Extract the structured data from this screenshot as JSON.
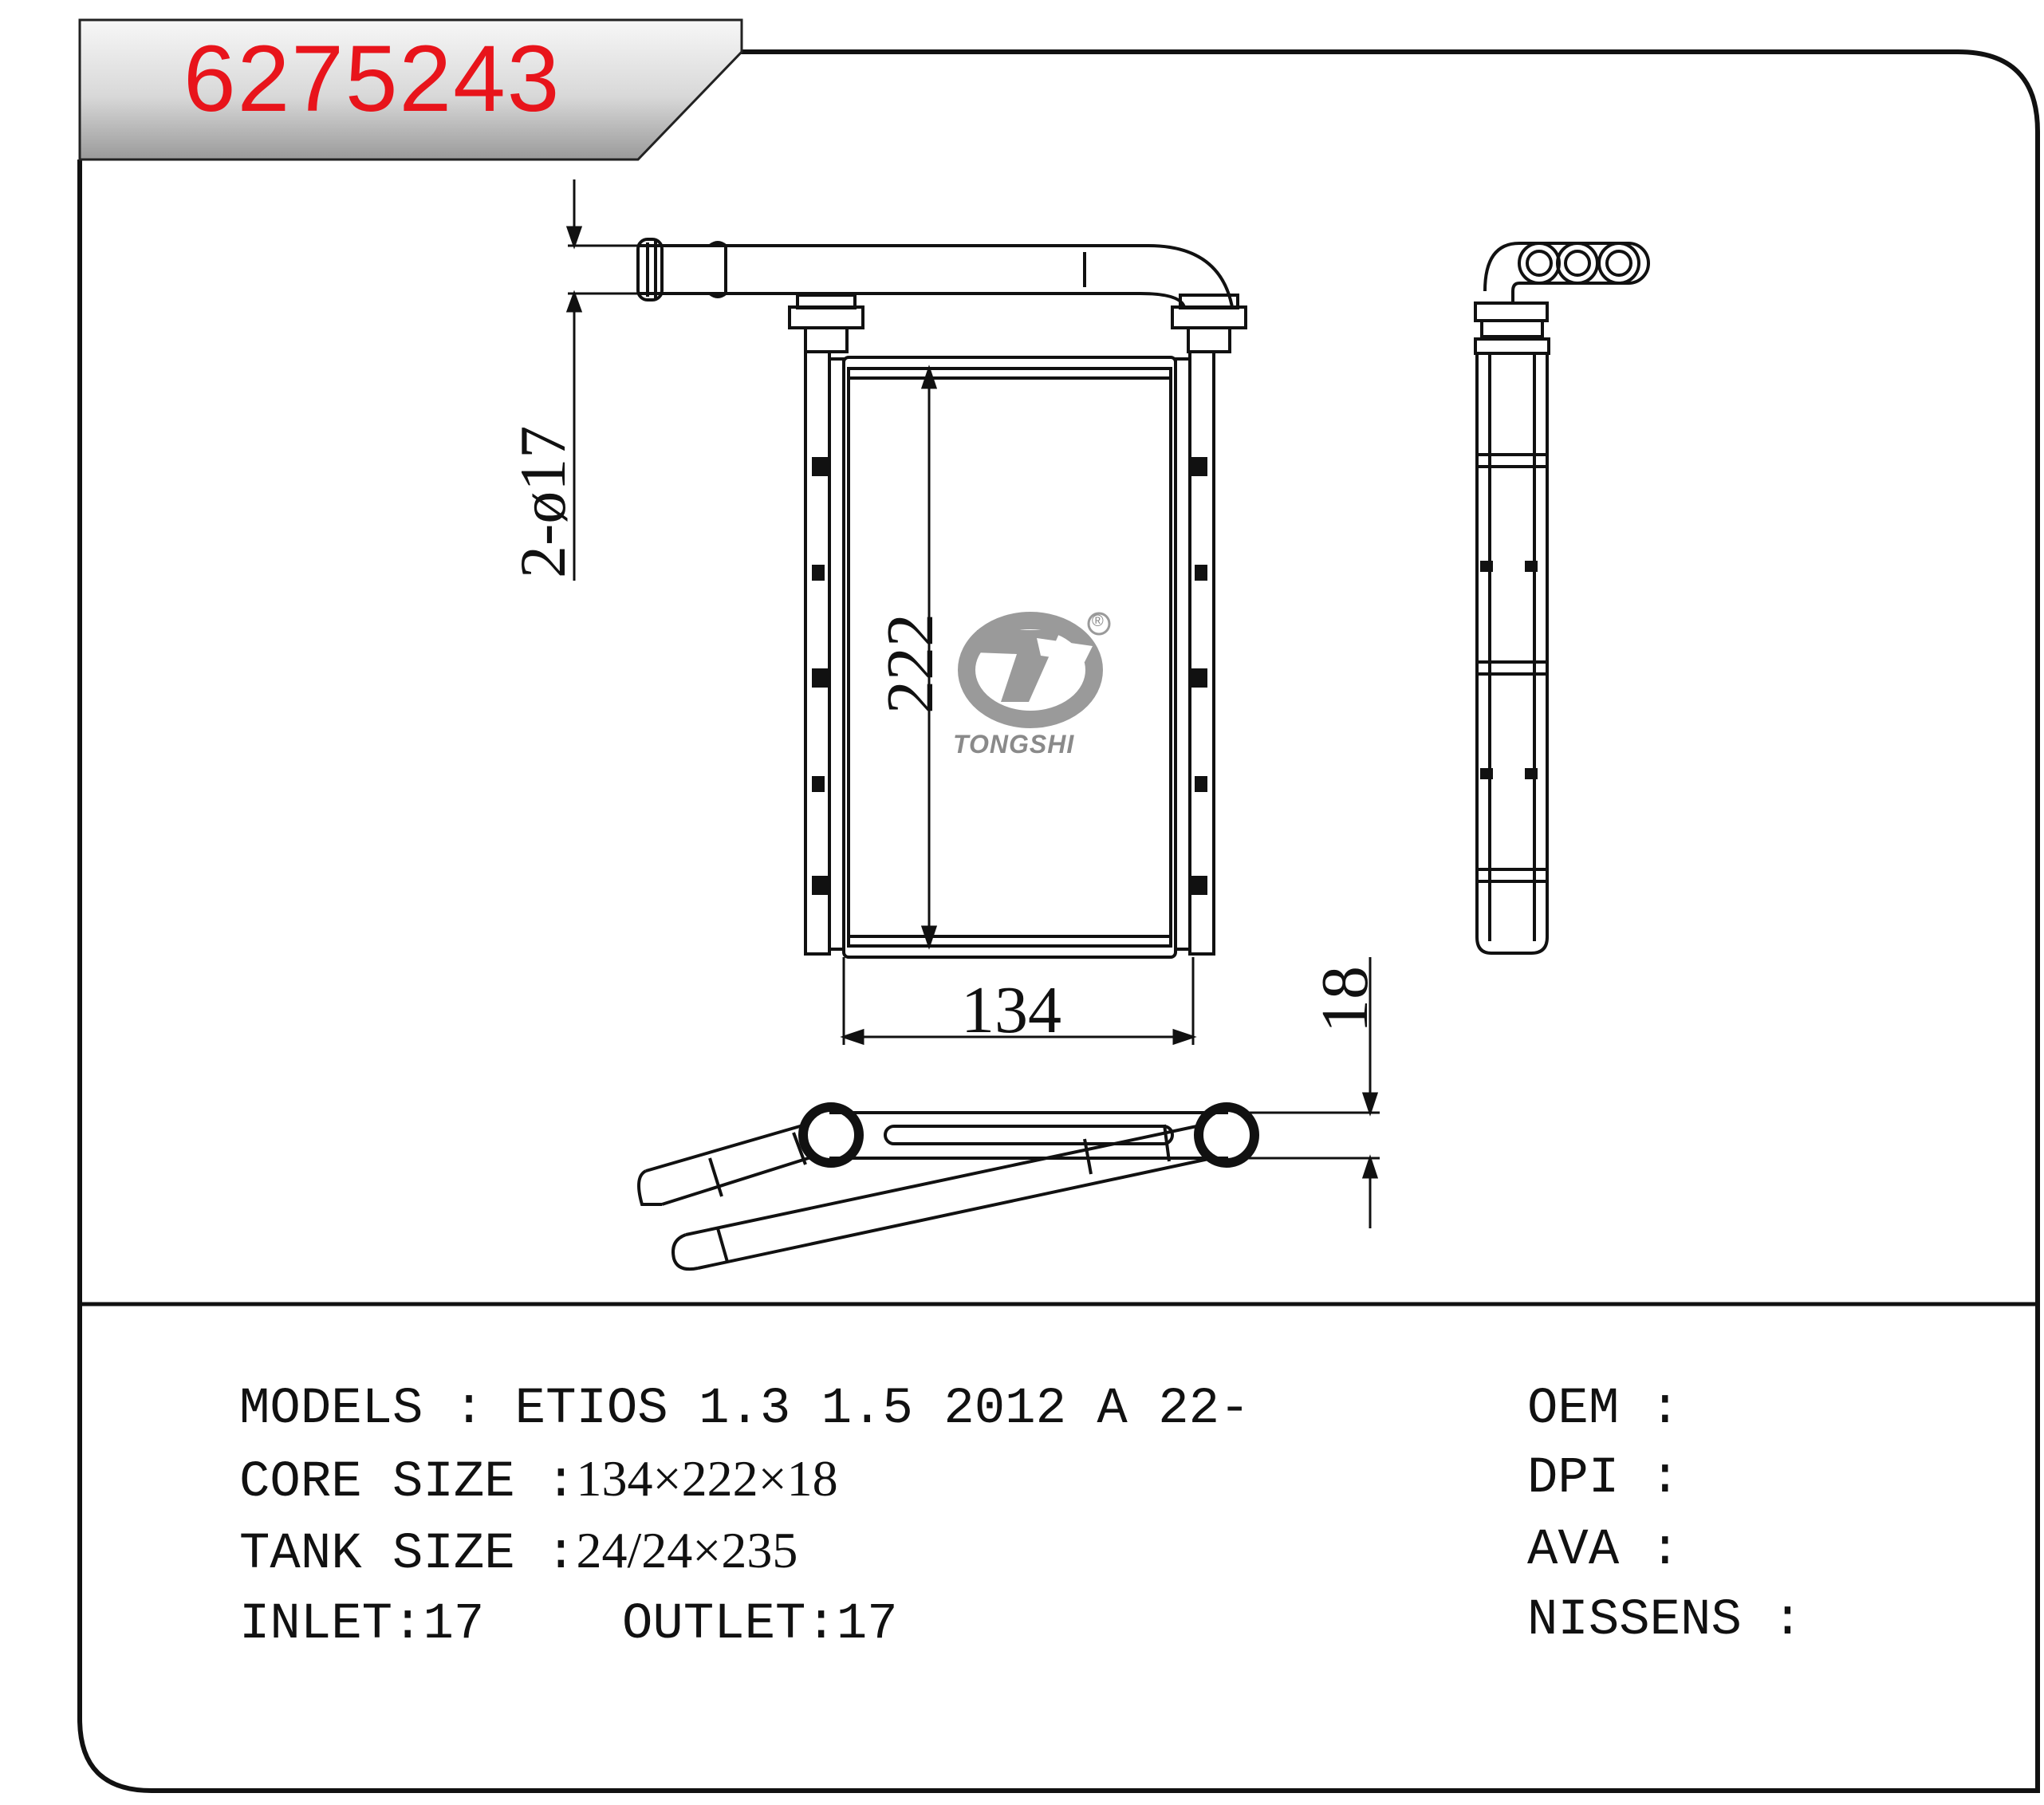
{
  "header": {
    "part_number": "6275243"
  },
  "drawing": {
    "dim_inlet_outlet": "2-ø17",
    "dim_height": "222",
    "dim_width": "134",
    "dim_thickness": "18",
    "logo_text": "TONGSHI",
    "logo_registered": "®"
  },
  "specs": {
    "models_label": "MODELS :",
    "models_value": "ETIOS 1.3 1.5 2012 A 22-",
    "core_size_label": "CORE SIZE :",
    "core_size_value": "134×222×18",
    "tank_size_label": "TANK SIZE :",
    "tank_size_value": "24/24×235",
    "inlet_label": "INLET:",
    "inlet_value": "17",
    "outlet_label": "OUTLET:",
    "outlet_value": "17",
    "oem_label": "OEM :",
    "dpi_label": "DPI :",
    "ava_label": "AVA :",
    "nissens_label": "NISSENS :"
  },
  "colors": {
    "part_number": "#e8141b",
    "logo": "#8a8a8a",
    "frame": "#111111"
  }
}
